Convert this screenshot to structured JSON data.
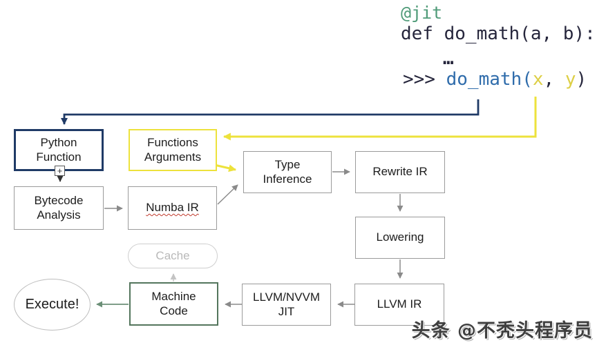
{
  "title": "Numba JIT compilation pipeline diagram",
  "code": {
    "decorator": "@jit",
    "def_line": "def do_math(a, b):",
    "ellipsis": "…",
    "prompt": ">>> ",
    "call_fn": "do_math(",
    "arg_x": "x",
    "comma": ", ",
    "arg_y": "y",
    "close_paren": ")"
  },
  "nodes": {
    "python_function": "Python Function",
    "functions_arguments": "Functions Arguments",
    "bytecode_analysis": "Bytecode Analysis",
    "numba_ir": "Numba IR",
    "type_inference": "Type Inference",
    "rewrite_ir": "Rewrite IR",
    "lowering": "Lowering",
    "llvm_ir": "LLVM IR",
    "llvm_nvvm_jit": "LLVM/NVVM JIT",
    "machine_code": "Machine Code",
    "cache": "Cache",
    "execute": "Execute!"
  },
  "icons": {
    "expand_plus": "+"
  },
  "colors": {
    "navy_arrow_and_border": "#1f3a66",
    "code_fn_blue": "#2f6cab",
    "code_arg_yellow": "#ddcf45",
    "yellow_arrow_and_border": "#ede23c",
    "code_decorator_green": "#4f9b78",
    "green_arrow": "#6b8f77",
    "green_box_border": "#53755c",
    "gray_arrow_and_border": "#9a9a9a",
    "cache_gray": "#cfcfcf"
  },
  "watermark": "头条 @不秃头程序员"
}
